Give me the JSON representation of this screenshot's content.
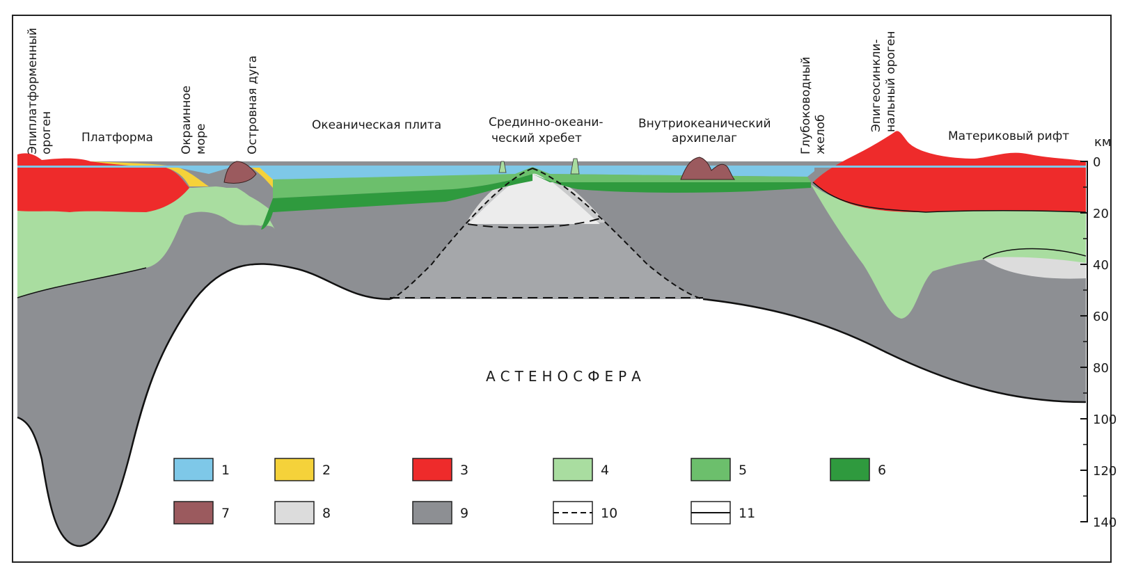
{
  "labels": {
    "epiplatform_orogen": [
      "Эпиплатформенный",
      "ороген"
    ],
    "platform": "Платформа",
    "marginal_sea": [
      "Окраинное",
      "море"
    ],
    "island_arc": "Островная дуга",
    "oceanic_plate": "Океаническая плита",
    "mid_ocean_ridge": [
      "Срединно-океани-",
      "ческий  хребет"
    ],
    "intraoceanic_archipelago": [
      "Внутриокеанический",
      "архипелаг"
    ],
    "deep_trench": [
      "Глубоководный",
      "желоб"
    ],
    "epigeosynclinal_orogen": [
      "Эпигеосинкли-",
      "нальный ороген"
    ],
    "continental_rift": "Материковый рифт",
    "asthenosphere": "АСТЕНОСФЕРА"
  },
  "depth_axis": {
    "unit": "км",
    "ticks": [
      "0",
      "20",
      "40",
      "60",
      "80",
      "100",
      "120",
      "140"
    ]
  },
  "legend": [
    {
      "num": "1",
      "color": "#7ec8e8",
      "style": "fill"
    },
    {
      "num": "2",
      "color": "#f5d23a",
      "style": "fill"
    },
    {
      "num": "3",
      "color": "#ee2b2b",
      "style": "fill"
    },
    {
      "num": "4",
      "color": "#a9dda0",
      "style": "fill"
    },
    {
      "num": "5",
      "color": "#6cbf6c",
      "style": "fill"
    },
    {
      "num": "6",
      "color": "#2f9a3e",
      "style": "fill"
    },
    {
      "num": "7",
      "color": "#9b5a5e",
      "style": "fill"
    },
    {
      "num": "8",
      "color": "#dcdcdc",
      "style": "fill"
    },
    {
      "num": "9",
      "color": "#8d8f93",
      "style": "fill"
    },
    {
      "num": "10",
      "color": "#ffffff",
      "style": "dashed"
    },
    {
      "num": "11",
      "color": "#ffffff",
      "style": "solid"
    }
  ],
  "colors": {
    "water": "#7ec8e8",
    "sediment": "#f5d23a",
    "granite": "#ee2b2b",
    "lower_crust": "#a9dda0",
    "oceanic_layer": "#6cbf6c",
    "oceanic_basalt": "#2f9a3e",
    "volcanic": "#9b5a5e",
    "ridge_mantle": "#dcdcdc",
    "lithosphere_mantle": "#8d8f93"
  }
}
